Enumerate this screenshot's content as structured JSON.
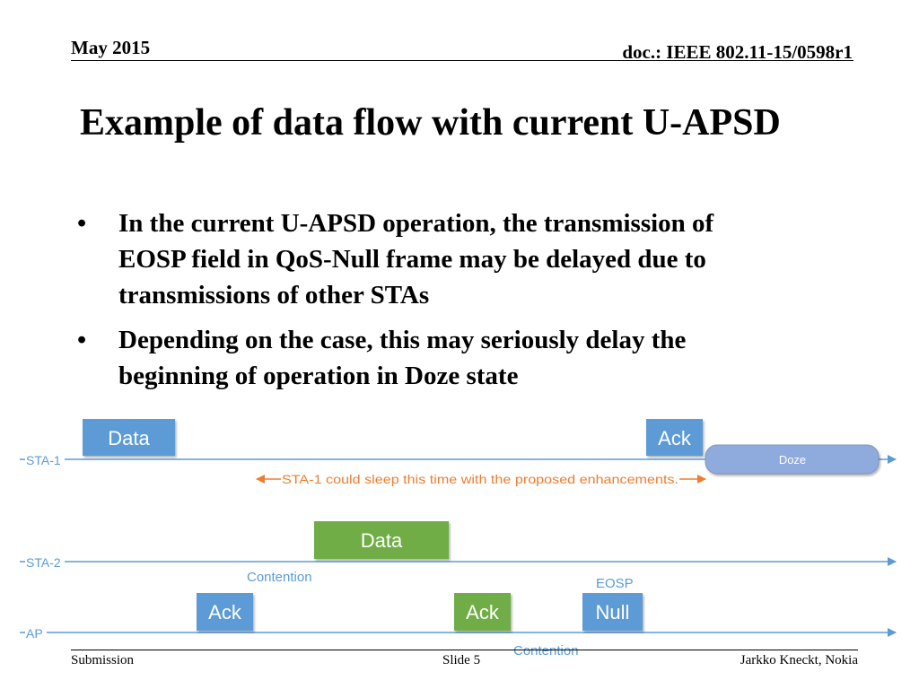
{
  "header": {
    "date": "May 2015",
    "doc": "doc.: IEEE 802.11-15/0598r1"
  },
  "title": "Example of data flow with current U-APSD",
  "bullets": [
    [
      "In the current U-APSD operation, the transmission of",
      "EOSP field in QoS-Null frame may be delayed due to",
      "transmissions of other STAs"
    ],
    [
      "Depending on the case, this may seriously delay the",
      "beginning of operation in Doze state"
    ]
  ],
  "bullet_symbol": "•",
  "diagram": {
    "lanes": {
      "sta1": "STA-1",
      "sta2": "STA-2",
      "ap": "AP"
    },
    "boxes": {
      "sta1_data": "Data",
      "sta1_ack": "Ack",
      "sta1_doze": "Doze",
      "sta2_data": "Data",
      "ap_ack_1": "Ack",
      "ap_ack_2": "Ack",
      "ap_null": "Null"
    },
    "labels": {
      "sleep_note": "STA-1 could sleep this time with the proposed enhancements.",
      "contention_1": "Contention",
      "contention_2": "Contention",
      "eosp": "EOSP"
    },
    "colors": {
      "timeline": "#5b9bd5",
      "blue_box": "#5b9bd5",
      "green_box": "#70ad47",
      "doze_box": "#8faadc",
      "sleep_arrow": "#ed7d31",
      "contention_text": "#5b9bd5"
    }
  },
  "footer": {
    "left": "Submission",
    "center": "Slide 5",
    "right": "Jarkko Kneckt, Nokia"
  }
}
